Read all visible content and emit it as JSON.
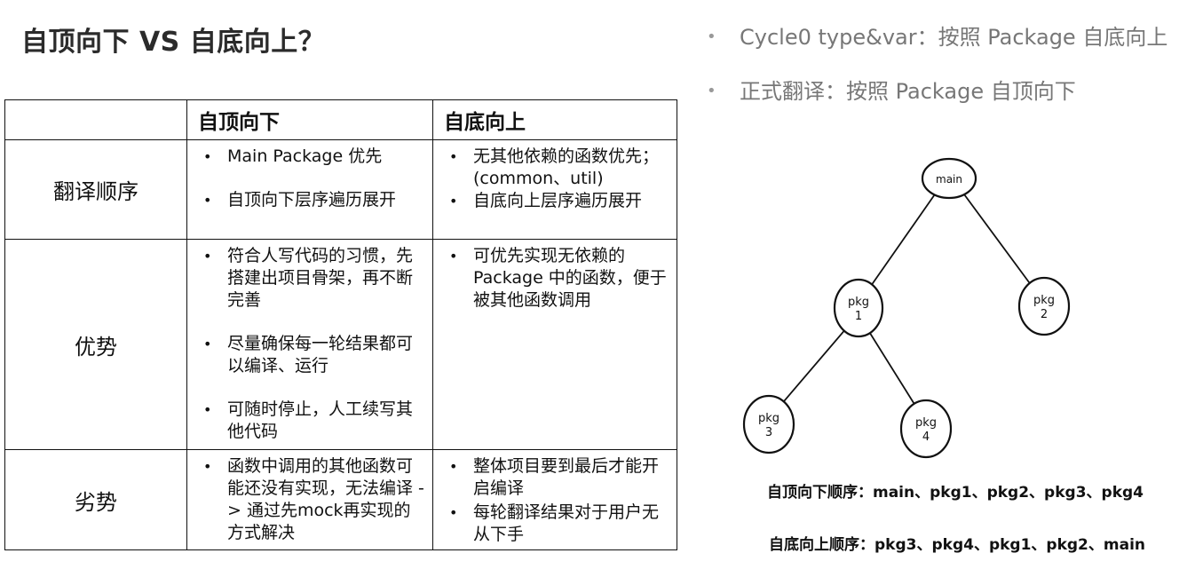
{
  "title": "自顶向下 VS 自底向上？",
  "table": {
    "headers": [
      "",
      "自顶向下",
      "自底向上"
    ],
    "rows": [
      {
        "label": "翻译顺序",
        "top_down": [
          "Main Package 优先",
          "自顶向下层序遍历展开"
        ],
        "bottom_up": [
          "无其他依赖的函数优先；(common、util)",
          "自底向上层序遍历展开"
        ]
      },
      {
        "label": "优势",
        "top_down": [
          "符合人写代码的习惯，先搭建出项目骨架，再不断完善",
          "尽量确保每一轮结果都可以编译、运行",
          "可随时停止，人工续写其他代码"
        ],
        "bottom_up": [
          "可优先实现无依赖的 Package 中的函数，便于被其他函数调用"
        ]
      },
      {
        "label": "劣势",
        "top_down": [
          "函数中调用的其他函数可能还没有实现，无法编译 -> 通过先mock再实现的方式解决"
        ],
        "bottom_up": [
          "整体项目要到最后才能开启编译",
          "每轮翻译结果对于用户无从下手"
        ]
      }
    ]
  },
  "notes": [
    "Cycle0 type&var：按照 Package 自底向上",
    "正式翻译：按照 Package 自顶向下"
  ],
  "tree": {
    "nodes": [
      {
        "id": "main",
        "lines": [
          "main"
        ]
      },
      {
        "id": "pkg1",
        "lines": [
          "pkg",
          "1"
        ]
      },
      {
        "id": "pkg2",
        "lines": [
          "pkg",
          "2"
        ]
      },
      {
        "id": "pkg3",
        "lines": [
          "pkg",
          "3"
        ]
      },
      {
        "id": "pkg4",
        "lines": [
          "pkg",
          "4"
        ]
      }
    ],
    "edges": [
      [
        "main",
        "pkg1"
      ],
      [
        "main",
        "pkg2"
      ],
      [
        "pkg1",
        "pkg3"
      ],
      [
        "pkg1",
        "pkg4"
      ]
    ]
  },
  "orders": {
    "top_down": "自顶向下顺序：main、pkg1、pkg2、pkg3、pkg4",
    "bottom_up": "自底向上顺序：pkg3、pkg4、pkg1、pkg2、main"
  }
}
